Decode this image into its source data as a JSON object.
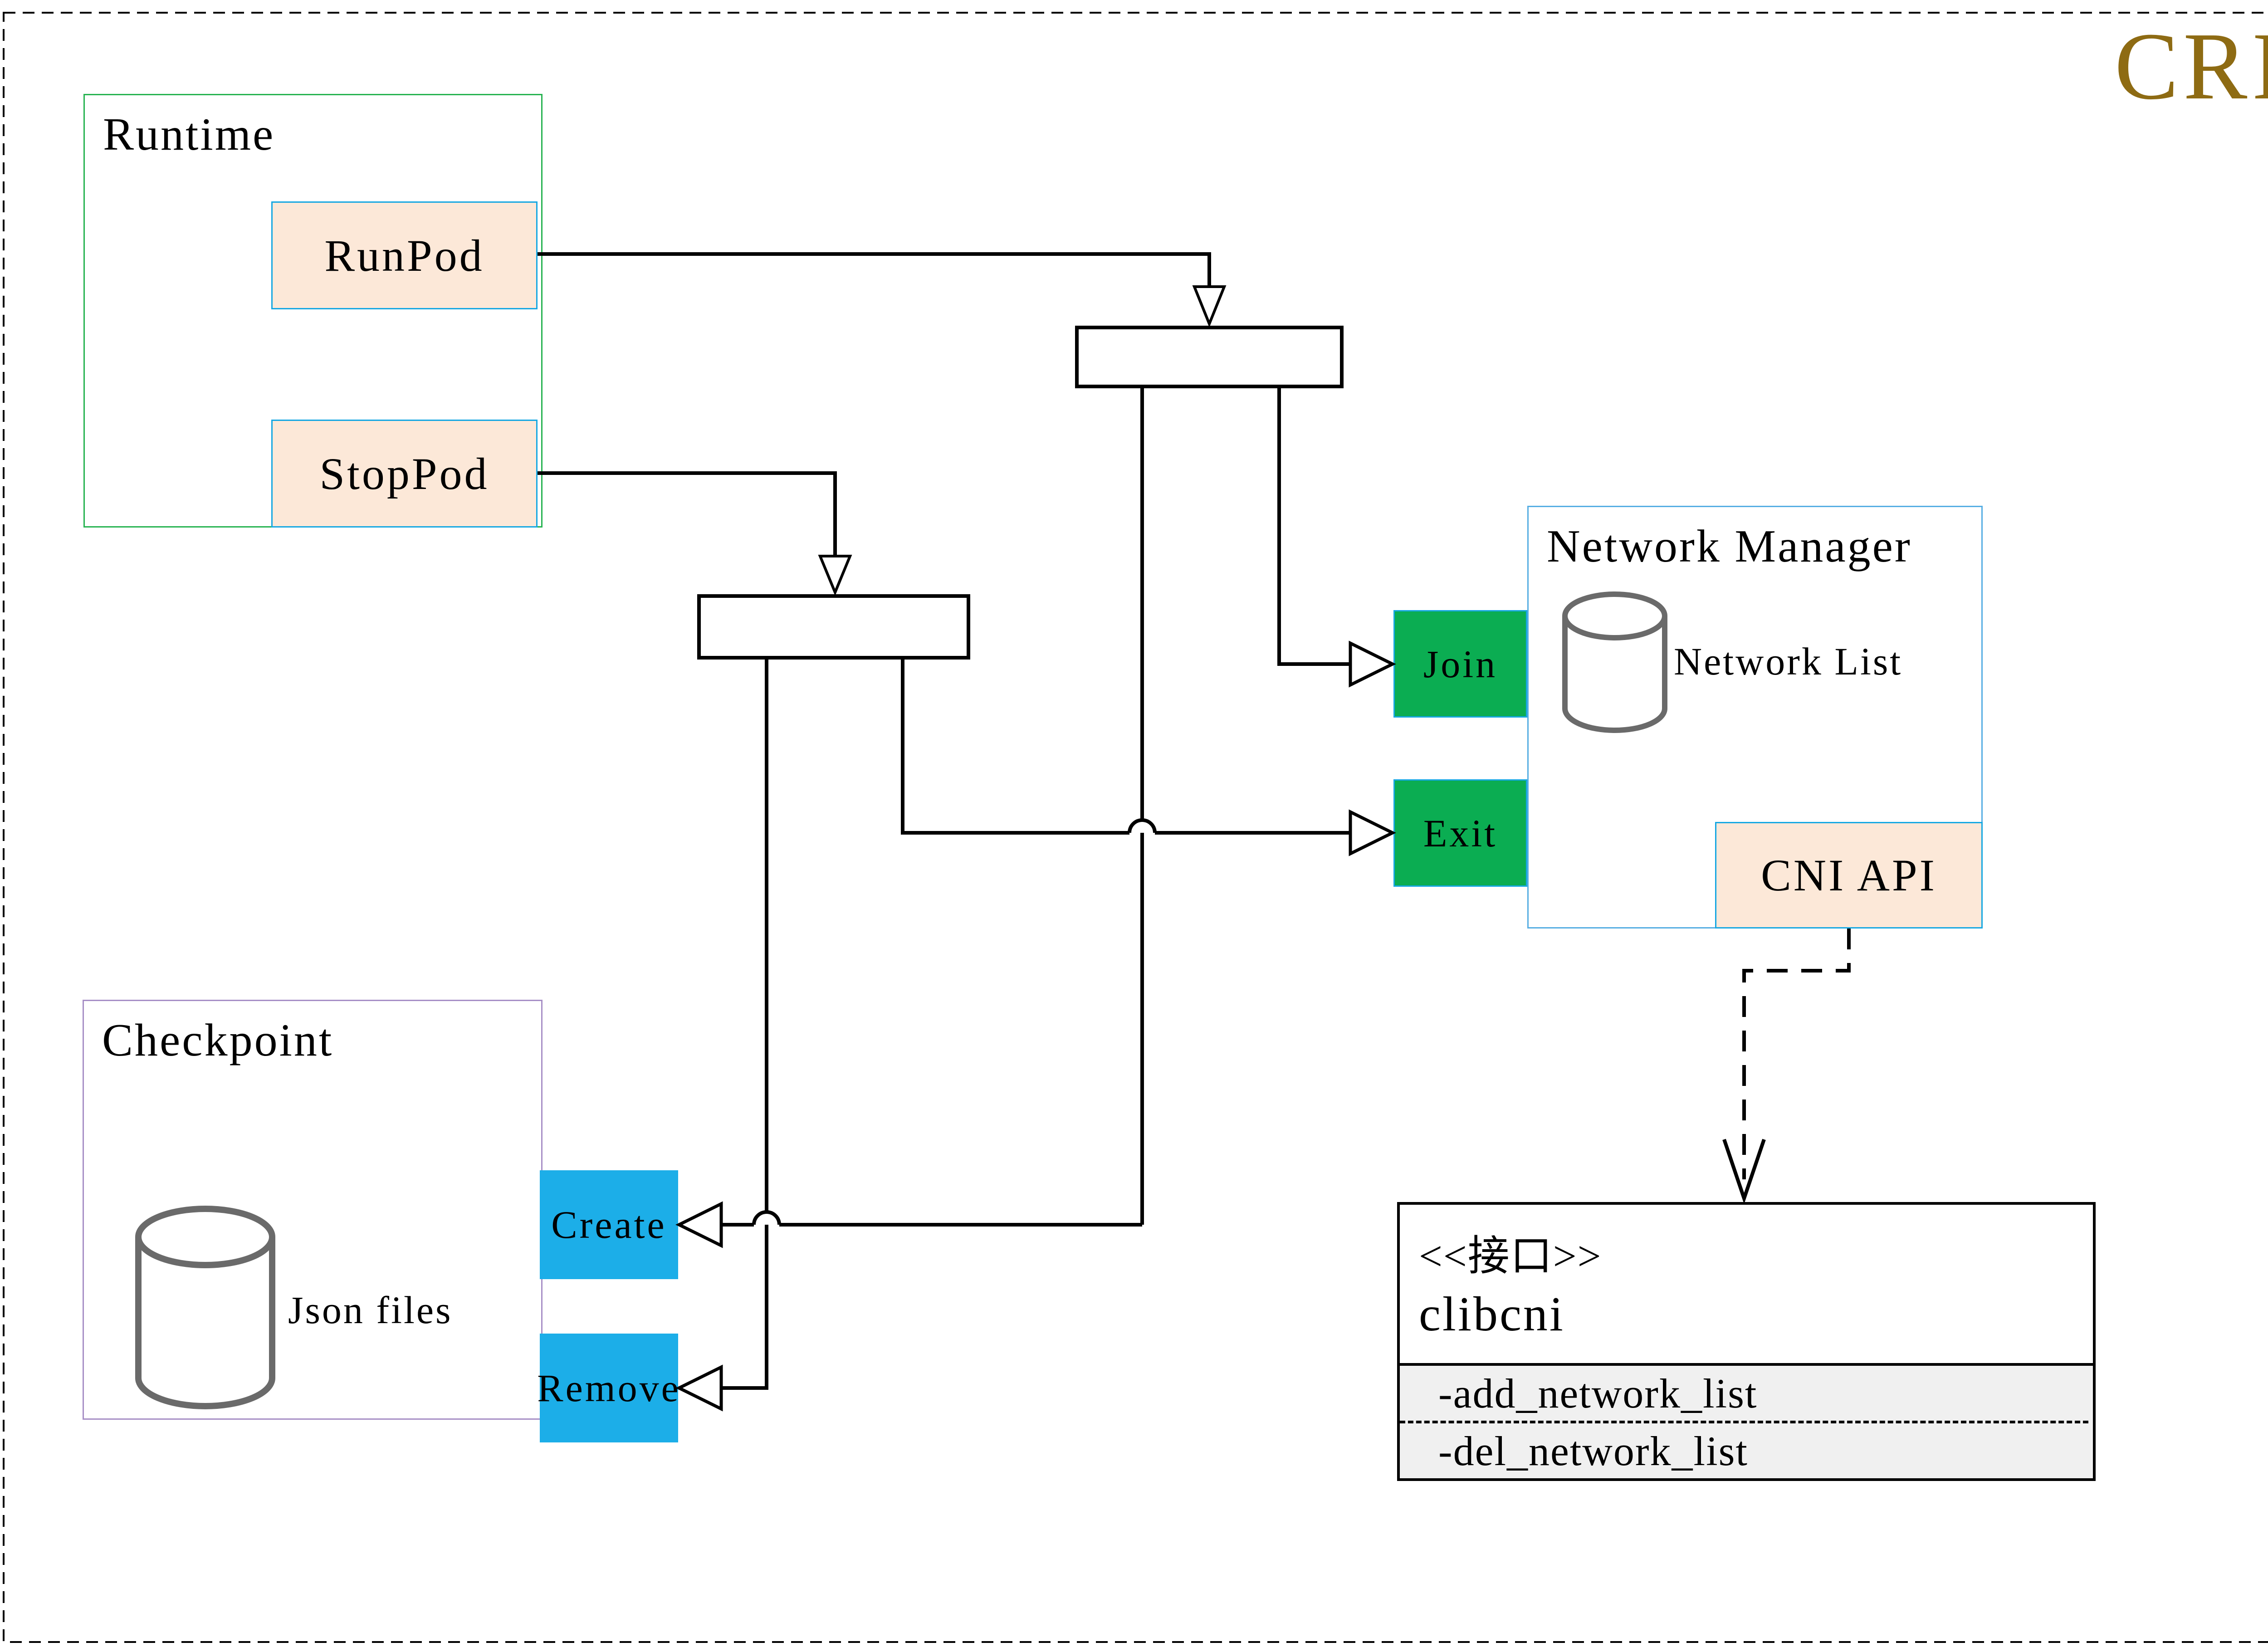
{
  "badge": {
    "text": "CRI",
    "color": "#8e6b13"
  },
  "containers": {
    "runtime": {
      "title": "Runtime"
    },
    "network_manager": {
      "title": "Network Manager"
    },
    "checkpoint": {
      "title": "Checkpoint"
    }
  },
  "nodes": {
    "runpod": {
      "label": "RunPod"
    },
    "stoppod": {
      "label": "StopPod"
    },
    "join": {
      "label": "Join"
    },
    "exit": {
      "label": "Exit"
    },
    "cni_api": {
      "label": "CNI API"
    },
    "create": {
      "label": "Create"
    },
    "remove": {
      "label": "Remove"
    }
  },
  "datastores": {
    "network_list": {
      "label": "Network List",
      "icon": "database-icon"
    },
    "json_files": {
      "label": "Json files",
      "icon": "database-icon"
    }
  },
  "interface": {
    "stereotype": "<<接口>>",
    "name": "clibcni",
    "attributes": [
      "-add_network_list",
      "-del_network_list"
    ]
  },
  "colors": {
    "peach_fill": "#fce8d8",
    "cyan_border": "#17a8e2",
    "green_fill": "#0bad52",
    "blue_fill": "#1caee8",
    "runtime_border": "#27b351",
    "network_manager_border": "#57aee3",
    "checkpoint_border": "#a78fc6",
    "interface_attr_bg": "#f0f0f0",
    "cylinder_stroke": "#6a6a6a",
    "badge_gold": "#8e6b13",
    "wire": "#000000"
  }
}
